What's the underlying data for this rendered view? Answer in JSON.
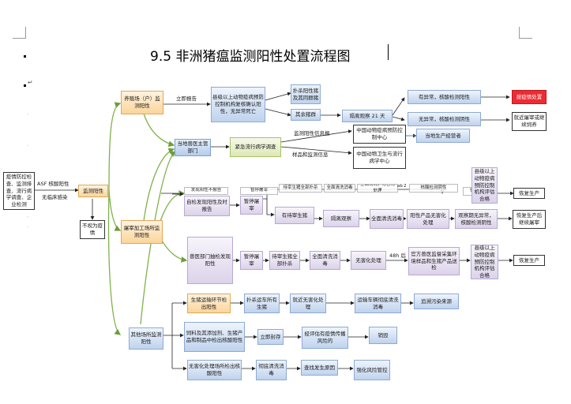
{
  "title": "9.5 非洲猪瘟监测阳性处置流程图",
  "nodes": {
    "source": "疫情防控检查、监测排查、流行病学调查、企业检测",
    "positive": "监测阳性",
    "not_epidemic": "不视为疫情",
    "farm": "养殖场（户）监测阳性",
    "report_county": "县级以上动物疫病预防控制机构复核确认阳性，无异常死亡",
    "cull_positive": "扑杀阳性猪及其同群猪",
    "other_pigs": "其余猪群",
    "isolate21": "隔离观察 21 天",
    "no_abnormal_1": "有异常，核酸检测阳性",
    "handle_epidemic": "按疫情处置",
    "no_abnormal_2": "无异常，核酸检测阴性",
    "resume": "就近屠宰或继续饲养",
    "local_vet": "当地兽医主管部门",
    "epi_survey": "紧急流行病学调查",
    "report_cahec": "中国动物疫病预防控制中心",
    "report_cahec2": "中国动物卫生与流行病学中心",
    "local_operator": "当地生产经营者",
    "slaughter": "屠宰加工场所监测阳性",
    "self_test": "自检发现阳性及时报告",
    "suspend_1": "暂停屠宰",
    "pending_pigs": "有待宰生猪",
    "isolate_obs": "隔离观察",
    "disinfect_all": "全面清洗消毒",
    "harmless_pos": "阳性产品无害化处理",
    "obs_no_abnormal": "观察期无异常，核酸检测阴性",
    "county_ok": "县级以上动物疫病预防控制机构评估合格",
    "resume_prod_1": "恢复生产",
    "resume_prod_2": "恢复生产后继续屠宰",
    "resume_prod_3": "恢复生产",
    "vet_sample": "兽医部门抽检发现阳性",
    "suspend_2": "暂停屠宰",
    "cull_all": "待宰生猪全部扑杀",
    "clean_disinfect": "全面清洗消毒",
    "harmless_proc": "无害化处理",
    "official_sample": "官方兽医监督采集环境样品和生猪产品送检",
    "county_eval": "县级以上动物疫病预防控制机构评估合格",
    "other_sites": "其他场所监测阳性",
    "transport": "生猪运输环节检出阳性",
    "cull_vehicle": "扑杀运车所有生猪",
    "harmless_near": "就近无害化处理",
    "clean_vehicle": "运输车辆彻底清洗消毒",
    "trace_origin": "追溯污染来源",
    "feed": "饲料及其添加剂、生猪产品和制品中检出核酸阳性",
    "seal": "立即封存",
    "eval_risk": "经评估有疫情传播风险的",
    "destroy": "销毁",
    "harmless_site": "无害化处理场所检出核酸阳性",
    "thorough_clean": "彻底清洗消毒",
    "find_cause": "查找发生原因",
    "strengthen": "强化风险管控"
  },
  "ghost": {
    "g1": "发现阳性不报告",
    "g2": "暂停屠宰",
    "g3": "待宰生猪全部扑杀",
    "g4": "全面清洗消毒",
    "g5": "全面清洗，无害化处理",
    "g6": "核酸检测阴性",
    "g7": "恢复生产"
  },
  "labels": {
    "immediate_report": "立即报告",
    "asf_positive": "ASF 核酸阳性",
    "no_epidemic": "无临床感染",
    "monitor_report": "监测阳性信息报",
    "sample_info": "样品和监测信息",
    "after48h": "48h 后",
    "mark_ab": "ab",
    "mark_2": "2"
  },
  "colors": {
    "flow_green": "#7fb24a",
    "arrow_dark": "#222222",
    "alert_red": "#ee2b33"
  }
}
